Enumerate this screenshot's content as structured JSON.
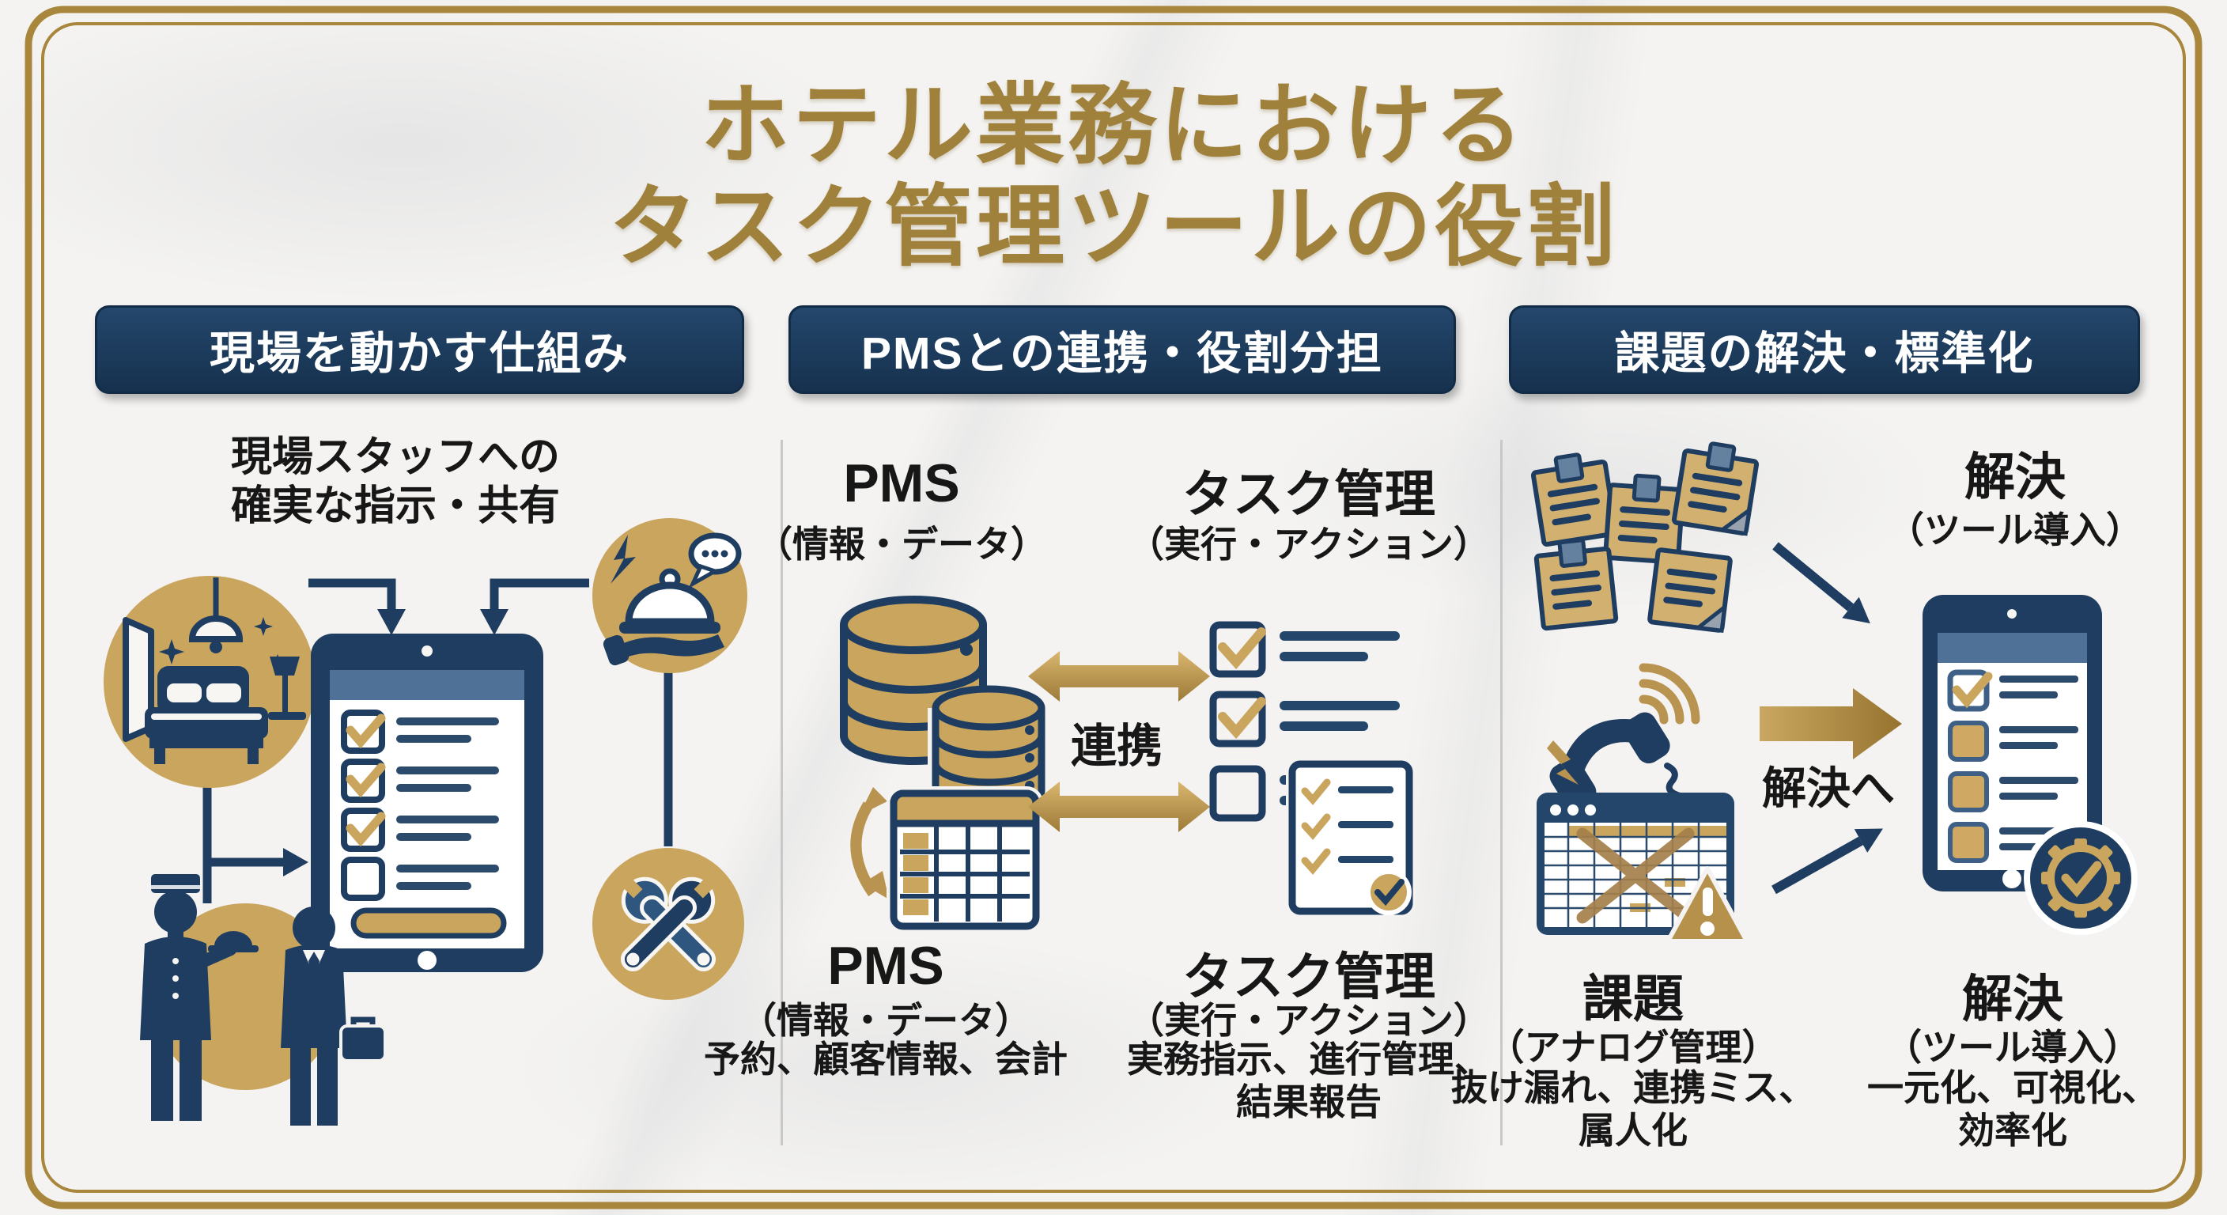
{
  "background_color": "#f4f3f1",
  "colors": {
    "navy": "#1f3d60",
    "gold_title": "#a0813b",
    "icon_gold": "#c9a55e",
    "sticky_gold": "#d2b070",
    "header_navy": "#1b3a5c",
    "frame_gold": "#a8863b"
  },
  "title": {
    "line1": "ホテル業務における",
    "line2": "タスク管理ツールの役割"
  },
  "sections": [
    {
      "header": "現場を動かす仕組み",
      "caption": {
        "line1": "現場スタッフへの",
        "line2": "確実な指示・共有"
      },
      "icons": [
        "hotel-room-icon",
        "service-bell-icon",
        "staff-tablet-checklist-icon",
        "hotel-staff-icon",
        "tools-icon",
        "flow-arrow-icons"
      ]
    },
    {
      "header": "PMSとの連携・役割分担",
      "pms_top": {
        "title": "PMS",
        "subtitle": "（情報・データ）"
      },
      "task_top": {
        "title": "タスク管理",
        "subtitle": "（実行・アクション）"
      },
      "link_label": "連携",
      "pms_bottom": {
        "title": "PMS",
        "subtitle": "（情報・データ）",
        "description": "予約、顧客情報、会計"
      },
      "task_bottom": {
        "title": "タスク管理",
        "subtitle": "（実行・アクション）",
        "description_line1": "実務指示、進行管理、",
        "description_line2": "結果報告"
      },
      "icons": [
        "database-icon",
        "calendar-grid-icon",
        "sync-arrow-icon",
        "link-double-arrow-icons",
        "checklist-icon",
        "clipboard-check-icon"
      ]
    },
    {
      "header": "課題の解決・標準化",
      "solution_top": {
        "title": "解決",
        "subtitle": "（ツール導入）"
      },
      "arrow_label": "解決へ",
      "problem_bottom": {
        "title": "課題",
        "subtitle": "（アナログ管理）",
        "description_line1": "抜け漏れ、連携ミス、",
        "description_line2": "属人化"
      },
      "solution_bottom": {
        "title": "解決",
        "subtitle": "（ツール導入）",
        "description_line1": "一元化、可視化、",
        "description_line2": "効率化"
      },
      "icons": [
        "sticky-notes-icon",
        "ringing-phone-icon",
        "broken-spreadsheet-icon",
        "warning-triangle-icon",
        "solution-tablet-icon",
        "gear-check-icon",
        "solution-arrow-icons"
      ]
    }
  ]
}
